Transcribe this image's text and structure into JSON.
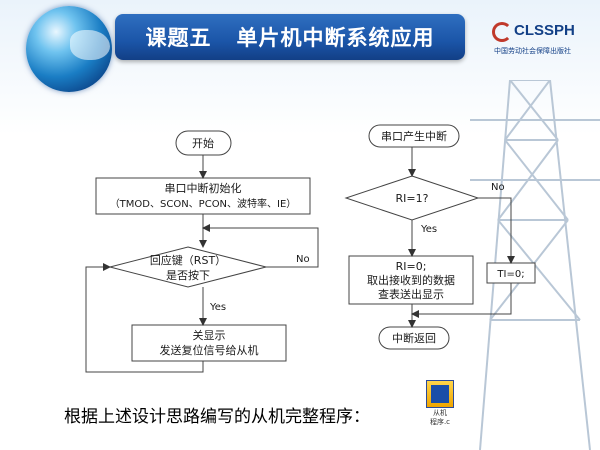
{
  "header": {
    "title": "课题五   单片机中断系统应用",
    "logo_text": "CLSSPH",
    "logo_sub": "中国劳动社会保障出版社"
  },
  "flowchart_left": {
    "start": "开始",
    "init_line1": "串口中断初始化",
    "init_line2": "（TMOD、SCON、PCON、波特率、IE）",
    "decision_line1": "回应键（RST）",
    "decision_line2": "是否按下",
    "yes": "Yes",
    "no": "No",
    "action_line1": "关显示",
    "action_line2": "发送复位信号给从机"
  },
  "flowchart_right": {
    "start": "串口产生中断",
    "decision": "RI=1?",
    "yes": "Yes",
    "no": "No",
    "process_line1": "RI=0;",
    "process_line2": "取出接收到的数据",
    "process_line3": "查表送出显示",
    "ti": "TI=0;",
    "end": "中断返回"
  },
  "footer": {
    "text": "根据上述设计思路编写的从机完整程序：",
    "file_label1": "从机",
    "file_label2": "程序.c"
  },
  "colors": {
    "title_bar": "#1b55a8",
    "accent": "#123f86"
  }
}
